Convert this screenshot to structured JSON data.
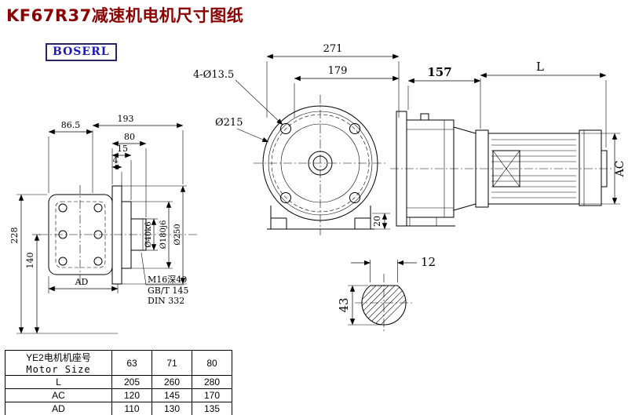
{
  "title": "KF67R37减速机电机尺寸图纸",
  "brand": "BOSERL",
  "colors": {
    "title_text": "#8b0000",
    "brand_text": "#1b1bb4",
    "drawing_lines": "#000000"
  },
  "front_view": {
    "dim_86_5": "86.5",
    "dim_193": "193",
    "dim_80": "80",
    "dim_15": "15",
    "dim_4": "4",
    "dim_228": "228",
    "dim_140": "140",
    "dim_ad": "AD",
    "dia_shaft": "Ø40k6",
    "dia_spigot": "Ø180j6",
    "dia_flange": "Ø250",
    "note_tap": "M16深40",
    "note_gb": "GB/T 145",
    "note_din": "DIN 332"
  },
  "flange_view": {
    "dim_271": "271",
    "dim_179": "179",
    "holes": "4-Ø13.5",
    "dia_215": "Ø215",
    "dim_20": "20"
  },
  "side_view": {
    "dim_157": "157",
    "dim_L": "L",
    "dim_AC": "AC"
  },
  "shaft_section": {
    "dim_12": "12",
    "dim_43": "43"
  },
  "table": {
    "header": {
      "label_cn": "YE2电机机座号",
      "label_en": "Motor Size",
      "sizes": [
        "63",
        "71",
        "80"
      ]
    },
    "rows": [
      {
        "label": "L",
        "values": [
          "205",
          "260",
          "280"
        ]
      },
      {
        "label": "AC",
        "values": [
          "120",
          "145",
          "170"
        ]
      },
      {
        "label": "AD",
        "values": [
          "110",
          "130",
          "135"
        ]
      }
    ]
  }
}
